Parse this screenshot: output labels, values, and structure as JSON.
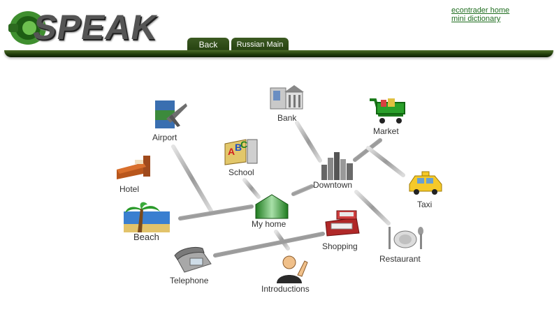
{
  "header": {
    "logo_text": "SPEAK",
    "links": [
      "econtrader home",
      "mini dictionary"
    ],
    "tabs": [
      "Back",
      "Russian Main"
    ]
  },
  "map": {
    "nodes": {
      "airport": "Airport",
      "bank": "Bank",
      "market": "Market",
      "hotel": "Hotel",
      "school": "School",
      "downtown": "Downtown",
      "taxi": "Taxi",
      "beach": "Beach",
      "my_home": "My home",
      "shopping": "Shopping",
      "restaurant": "Restaurant",
      "telephone": "Telephone",
      "introductions": "Introductions"
    }
  }
}
